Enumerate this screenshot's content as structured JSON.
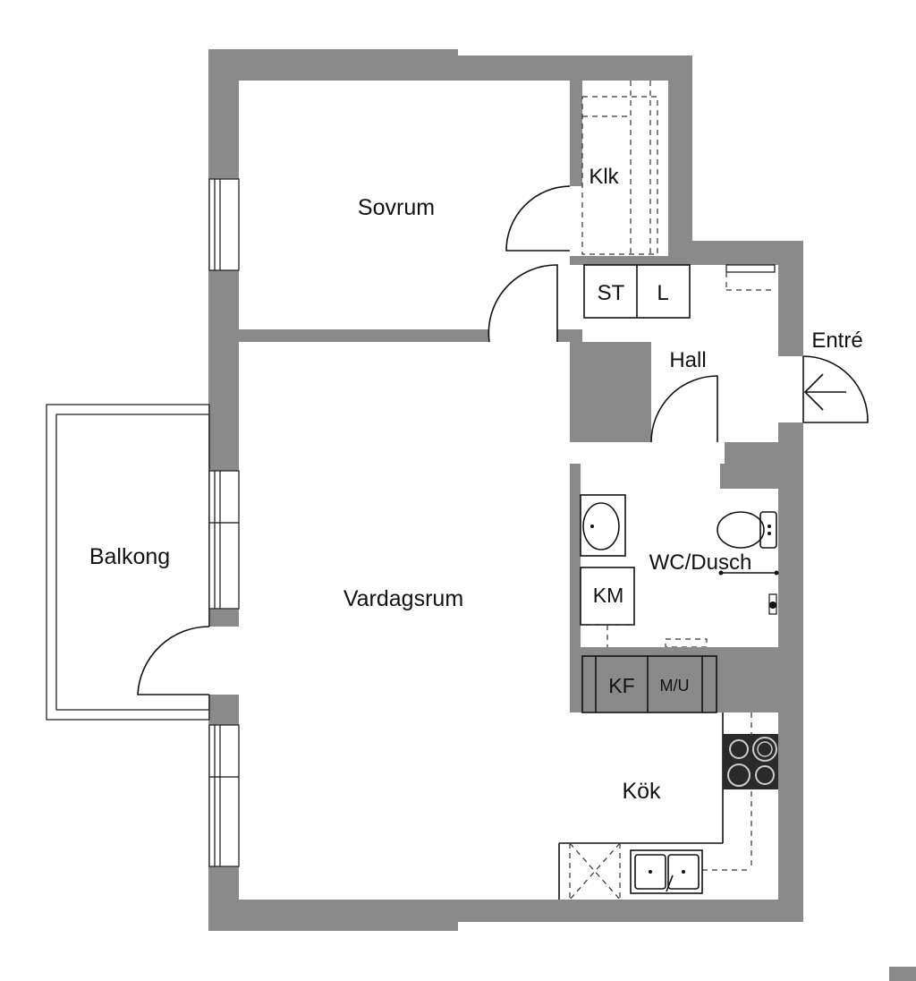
{
  "rooms": {
    "sovrum": "Sovrum",
    "klk": "Klk",
    "st": "ST",
    "l": "L",
    "entre": "Entré",
    "hall": "Hall",
    "balkong": "Balkong",
    "vardagsrum": "Vardagsrum",
    "wc_dusch": "WC/Dusch",
    "km": "KM",
    "kf": "KF",
    "mu": "M/U",
    "kok": "Kök"
  },
  "colors": {
    "wall": "#8a8a8a",
    "stove": "#2a2a2a",
    "line": "#111111"
  },
  "icons": [
    "entrance-arrow-icon",
    "toilet-icon",
    "sink-icon",
    "stove-icon",
    "kitchen-sink-icon",
    "shower-icon"
  ]
}
